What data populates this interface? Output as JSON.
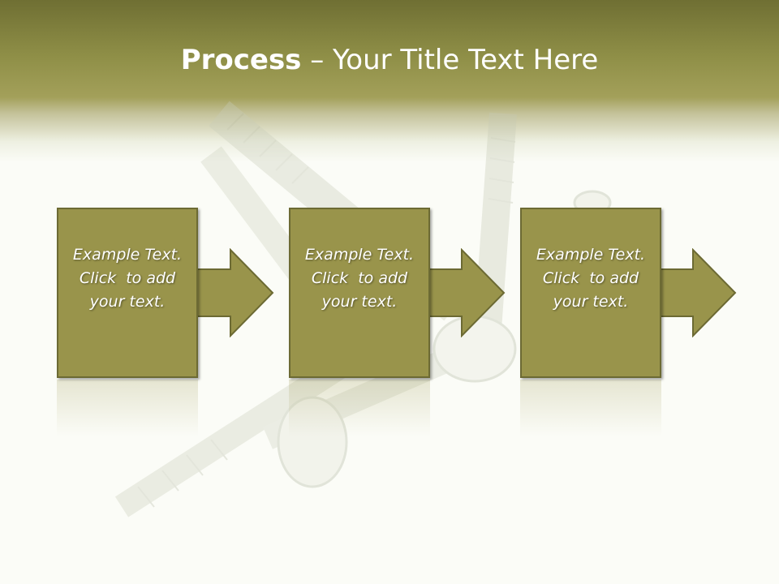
{
  "slide": {
    "title_bold": "Process",
    "title_rest": " – Your Title Text Here"
  },
  "steps": [
    {
      "line1": "Example Text.",
      "line2": "Click  to add",
      "line3": "your text."
    },
    {
      "line1": "Example Text.",
      "line2": "Click  to add",
      "line3": "your text."
    },
    {
      "line1": "Example Text.",
      "line2": "Click  to add",
      "line3": "your text."
    }
  ],
  "colors": {
    "header_dark": "#6f6f33",
    "box_fill": "#99944b",
    "box_border": "#6c6a33",
    "text": "#ffffff"
  },
  "background_image": "screws"
}
